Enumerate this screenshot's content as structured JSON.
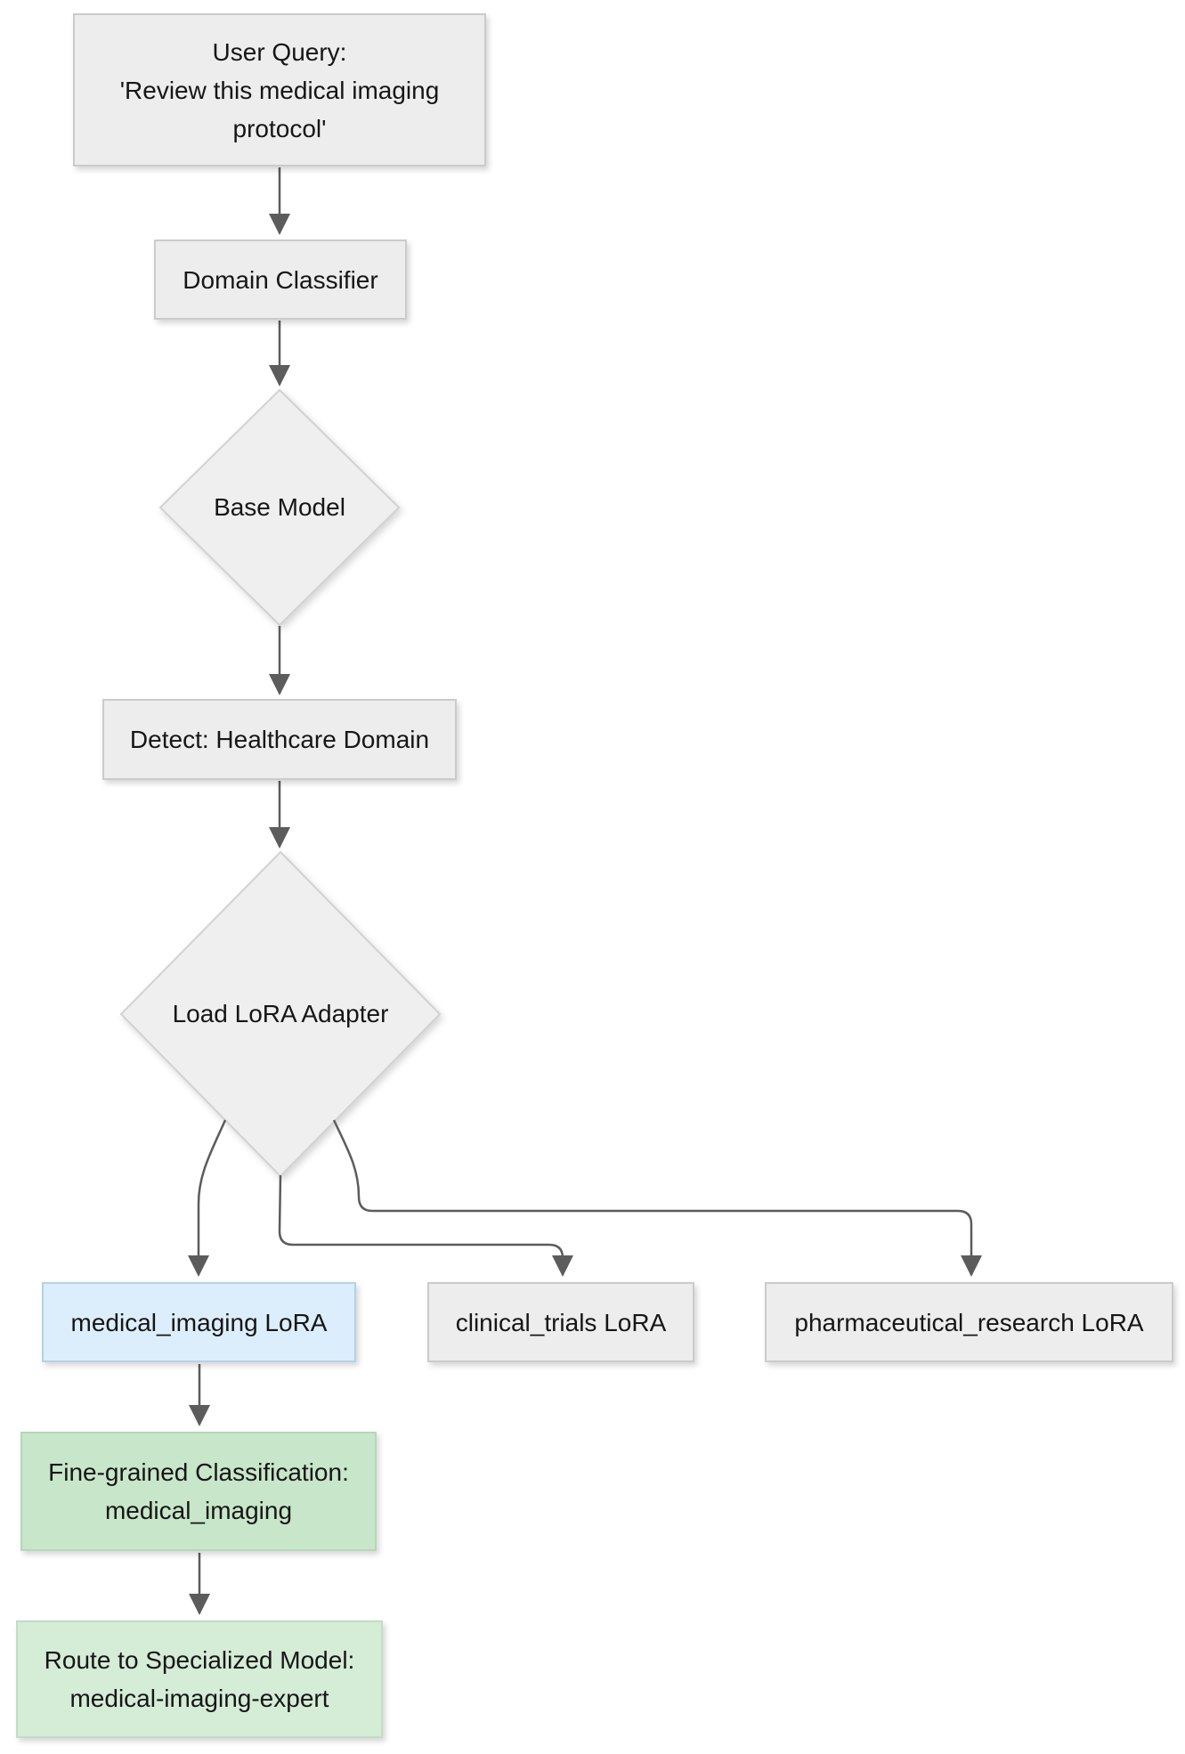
{
  "diagram": {
    "type": "flowchart",
    "direction": "top-down",
    "nodes": [
      {
        "id": "user_query",
        "shape": "rect",
        "style": "default",
        "lines": [
          "User Query:",
          "'Review this medical imaging",
          "protocol'"
        ]
      },
      {
        "id": "domain_classifier",
        "shape": "rect",
        "style": "default",
        "lines": [
          "Domain Classifier"
        ]
      },
      {
        "id": "base_model",
        "shape": "diamond",
        "style": "default",
        "lines": [
          "Base Model"
        ]
      },
      {
        "id": "detect_healthcare_domain",
        "shape": "rect",
        "style": "default",
        "lines": [
          "Detect: Healthcare Domain"
        ]
      },
      {
        "id": "load_lora_adapter",
        "shape": "diamond",
        "style": "default",
        "lines": [
          "Load LoRA Adapter"
        ]
      },
      {
        "id": "medical_imaging_lora",
        "shape": "rect",
        "style": "highlight",
        "lines": [
          "medical_imaging LoRA"
        ]
      },
      {
        "id": "clinical_trials_lora",
        "shape": "rect",
        "style": "default",
        "lines": [
          "clinical_trials LoRA"
        ]
      },
      {
        "id": "pharmaceutical_research_lora",
        "shape": "rect",
        "style": "default",
        "lines": [
          "pharmaceutical_research LoRA"
        ]
      },
      {
        "id": "fine_grained_classification",
        "shape": "rect",
        "style": "classification",
        "lines": [
          "Fine-grained Classification:",
          "medical_imaging"
        ]
      },
      {
        "id": "route_to_specialized_model",
        "shape": "rect",
        "style": "routing",
        "lines": [
          "Route to Specialized Model:",
          "medical-imaging-expert"
        ]
      }
    ],
    "edges": [
      {
        "from": "user_query",
        "to": "domain_classifier"
      },
      {
        "from": "domain_classifier",
        "to": "base_model"
      },
      {
        "from": "base_model",
        "to": "detect_healthcare_domain"
      },
      {
        "from": "detect_healthcare_domain",
        "to": "load_lora_adapter"
      },
      {
        "from": "load_lora_adapter",
        "to": "medical_imaging_lora"
      },
      {
        "from": "load_lora_adapter",
        "to": "clinical_trials_lora"
      },
      {
        "from": "load_lora_adapter",
        "to": "pharmaceutical_research_lora"
      },
      {
        "from": "medical_imaging_lora",
        "to": "fine_grained_classification"
      },
      {
        "from": "fine_grained_classification",
        "to": "route_to_specialized_model"
      }
    ],
    "colors": {
      "background": "#ffffff",
      "node_fill": "#ededed",
      "node_border": "#cbcbcb",
      "diamond_fill": "#efefef",
      "highlight_fill": "#dceefb",
      "highlight_border": "#b6d2e3",
      "classification_fill": "#c8e6c9",
      "classification_border": "#b6d7b8",
      "routing_fill": "#d5ecd7",
      "routing_border": "#c3ddc5",
      "arrow": "#5c5c5c",
      "text": "#161616"
    }
  }
}
